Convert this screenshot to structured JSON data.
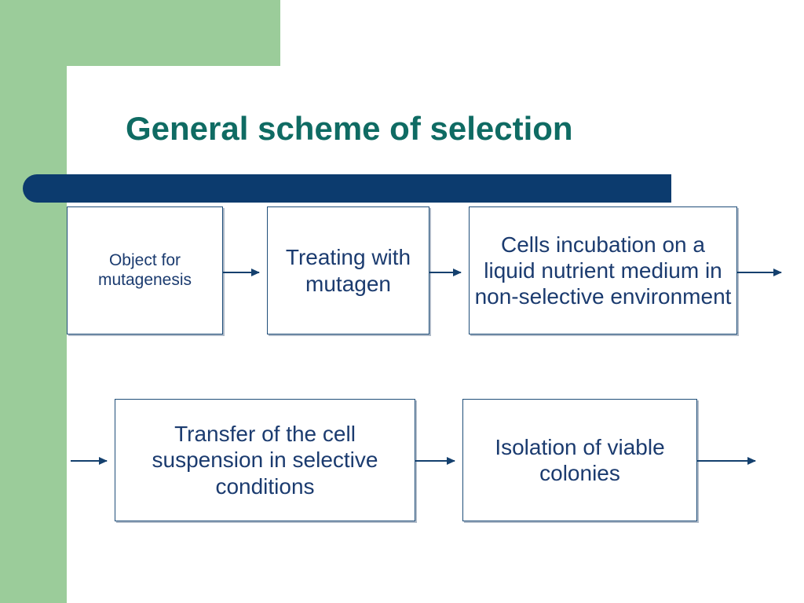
{
  "slide": {
    "title": "General scheme of selection",
    "theme": {
      "accent_green": "#9bcc9a",
      "accent_navy": "#0c3b6e",
      "title_color": "#0f6b63",
      "box_border": "#1f4e79",
      "box_text_color": "#1b3b6f",
      "background": "#ffffff"
    }
  },
  "diagram": {
    "type": "flowchart",
    "row1": [
      {
        "id": "object-for-mutagenesis",
        "label": "Object for mutagenesis"
      },
      {
        "id": "treating-with-mutagen",
        "label": "Treating with mutagen"
      },
      {
        "id": "cells-incubation",
        "label": "Cells incubation on a liquid nutrient medium in non-selective environment"
      }
    ],
    "row2": [
      {
        "id": "transfer-of-cell-suspension",
        "label": "Transfer of the cell suspension in selective conditions"
      },
      {
        "id": "isolation-of-viable-colonies",
        "label": "Isolation of viable colonies"
      }
    ],
    "connectors": [
      {
        "id": "arrow-1",
        "from": "object-for-mutagenesis",
        "to": "treating-with-mutagen",
        "icon": "arrow-right-icon"
      },
      {
        "id": "arrow-2",
        "from": "treating-with-mutagen",
        "to": "cells-incubation",
        "icon": "arrow-right-icon"
      },
      {
        "id": "arrow-3",
        "from": "cells-incubation",
        "to": "row-wrap",
        "icon": "arrow-right-icon"
      },
      {
        "id": "arrow-4",
        "from": "row-wrap",
        "to": "transfer-of-cell-suspension",
        "icon": "arrow-right-icon"
      },
      {
        "id": "arrow-5",
        "from": "transfer-of-cell-suspension",
        "to": "isolation-of-viable-colonies",
        "icon": "arrow-right-icon"
      },
      {
        "id": "arrow-6",
        "from": "isolation-of-viable-colonies",
        "to": "end",
        "icon": "arrow-right-icon"
      }
    ]
  }
}
